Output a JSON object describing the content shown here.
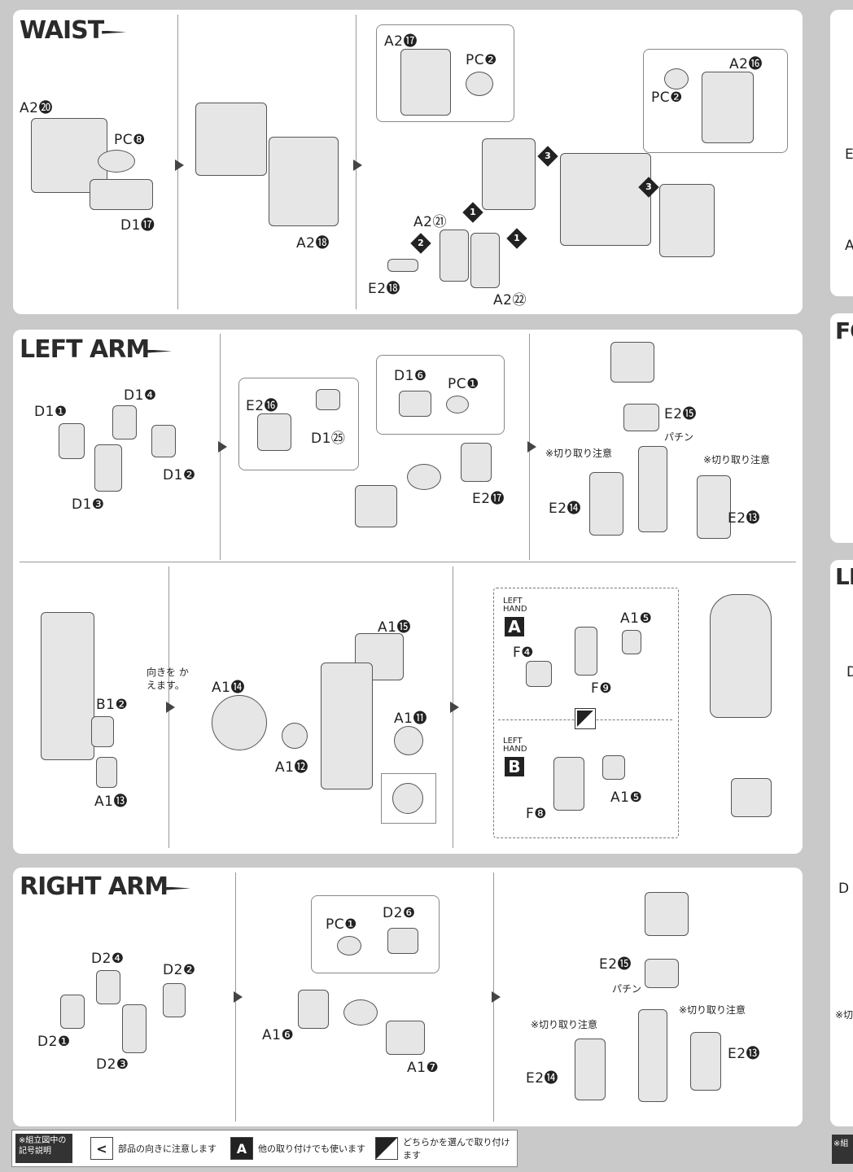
{
  "sections": {
    "waist": {
      "title": "WAIST"
    },
    "left_arm": {
      "title": "LEFT ARM"
    },
    "right_arm": {
      "title": "RIGHT ARM"
    }
  },
  "waist_labels": {
    "a2_20": "A2⓴",
    "pc8": "PC❽",
    "d1_17": "D1⓱",
    "a2_18": "A2⓲",
    "a2_17": "A2⓱",
    "pc2_left": "PC❷",
    "pc2_right": "PC❷",
    "a2_16": "A2⓰",
    "a2_21": "A2㉑",
    "e2_18": "E2⓲",
    "a2_22": "A2㉒",
    "step1": "1",
    "step2": "2",
    "step3": "3"
  },
  "left_arm_labels": {
    "d1_1": "D1❶",
    "d1_4": "D1❹",
    "d1_2": "D1❷",
    "d1_3": "D1❸",
    "e2_16": "E2⓰",
    "d1_25": "D1㉕",
    "d1_6": "D1❻",
    "pc1": "PC❶",
    "e2_17": "E2⓱",
    "e2_15": "E2⓯",
    "pachin": "パチン",
    "cut_note_left": "※切り取り注意",
    "cut_note_right": "※切り取り注意",
    "e2_14": "E2⓮",
    "e2_13": "E2⓭",
    "b1_2": "B1❷",
    "a1_13": "A1⓭",
    "turn_note": "向きを かえます。",
    "a1_15": "A1⓯",
    "a1_14": "A1⓮",
    "a1_11": "A1⓫",
    "a1_12": "A1⓬",
    "hand_a_head": "LEFT HAND",
    "hand_a": "A",
    "hand_a_a15": "A1❺",
    "hand_a_f4": "F❹",
    "hand_a_f9": "F❾",
    "hand_b_head": "LEFT HAND",
    "hand_b": "B",
    "hand_b_a15": "A1❺",
    "hand_b_f8": "F❽"
  },
  "right_arm_labels": {
    "d2_4": "D2❹",
    "d2_2": "D2❷",
    "d2_1": "D2❶",
    "d2_3": "D2❸",
    "pc1": "PC❶",
    "d2_6": "D2❻",
    "a1_6": "A1❻",
    "a1_7": "A1❼",
    "e2_15": "E2⓯",
    "pachin": "パチン",
    "cut_note_left": "※切り取り注意",
    "cut_note_right": "※切り取り注意",
    "e2_14": "E2⓮",
    "e2_13": "E2⓭"
  },
  "right_edge": {
    "e": "E",
    "a": "A",
    "fo": "FO",
    "le": "LE",
    "d1": "D",
    "d2": "D",
    "cut": "※切"
  },
  "legend": {
    "title": "※組立図中の 記号説明",
    "item1_icon": "<",
    "item1": "部品の向きに注意します",
    "item2_icon": "A",
    "item2": "他の取り付けでも使います",
    "item3": "どちらかを選んで取り付けます",
    "right_stub": "※組"
  }
}
